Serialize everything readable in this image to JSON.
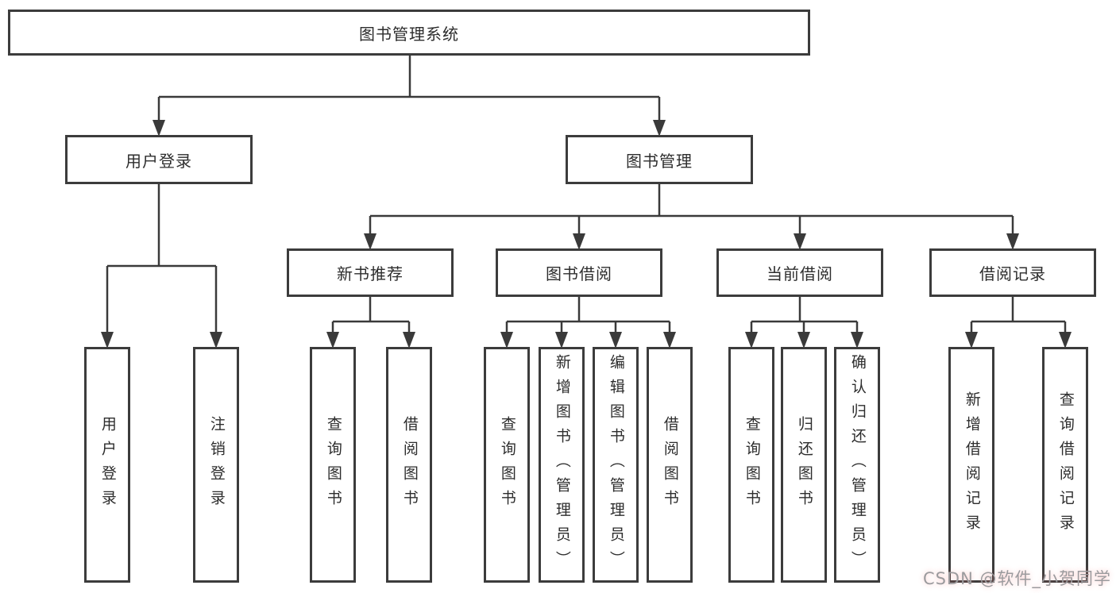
{
  "diagram": {
    "watermark": "CSDN @软件_小贺同学",
    "nodes": {
      "root": {
        "label": "图书管理系统"
      },
      "user_login": {
        "label": "用户登录"
      },
      "book_mgmt": {
        "label": "图书管理"
      },
      "new_book_rec": {
        "label": "新书推荐"
      },
      "book_borrow": {
        "label": "图书借阅"
      },
      "current_borrow": {
        "label": "当前借阅"
      },
      "borrow_records": {
        "label": "借阅记录"
      },
      "leaf_user_login": {
        "label": "用户登录"
      },
      "leaf_logout": {
        "label": "注销登录"
      },
      "rec_query": {
        "label": "查询图书"
      },
      "rec_borrow": {
        "label": "借阅图书"
      },
      "bb_query": {
        "label": "查询图书"
      },
      "bb_add": {
        "label": "新增图书（管理员）"
      },
      "bb_edit": {
        "label": "编辑图书（管理员）"
      },
      "bb_borrow": {
        "label": "借阅图书"
      },
      "cb_query": {
        "label": "查询图书"
      },
      "cb_return": {
        "label": "归还图书"
      },
      "cb_confirm": {
        "label": "确认归还（管理员）"
      },
      "br_add": {
        "label": "新增借阅记录"
      },
      "br_query": {
        "label": "查询借阅记录"
      }
    }
  }
}
